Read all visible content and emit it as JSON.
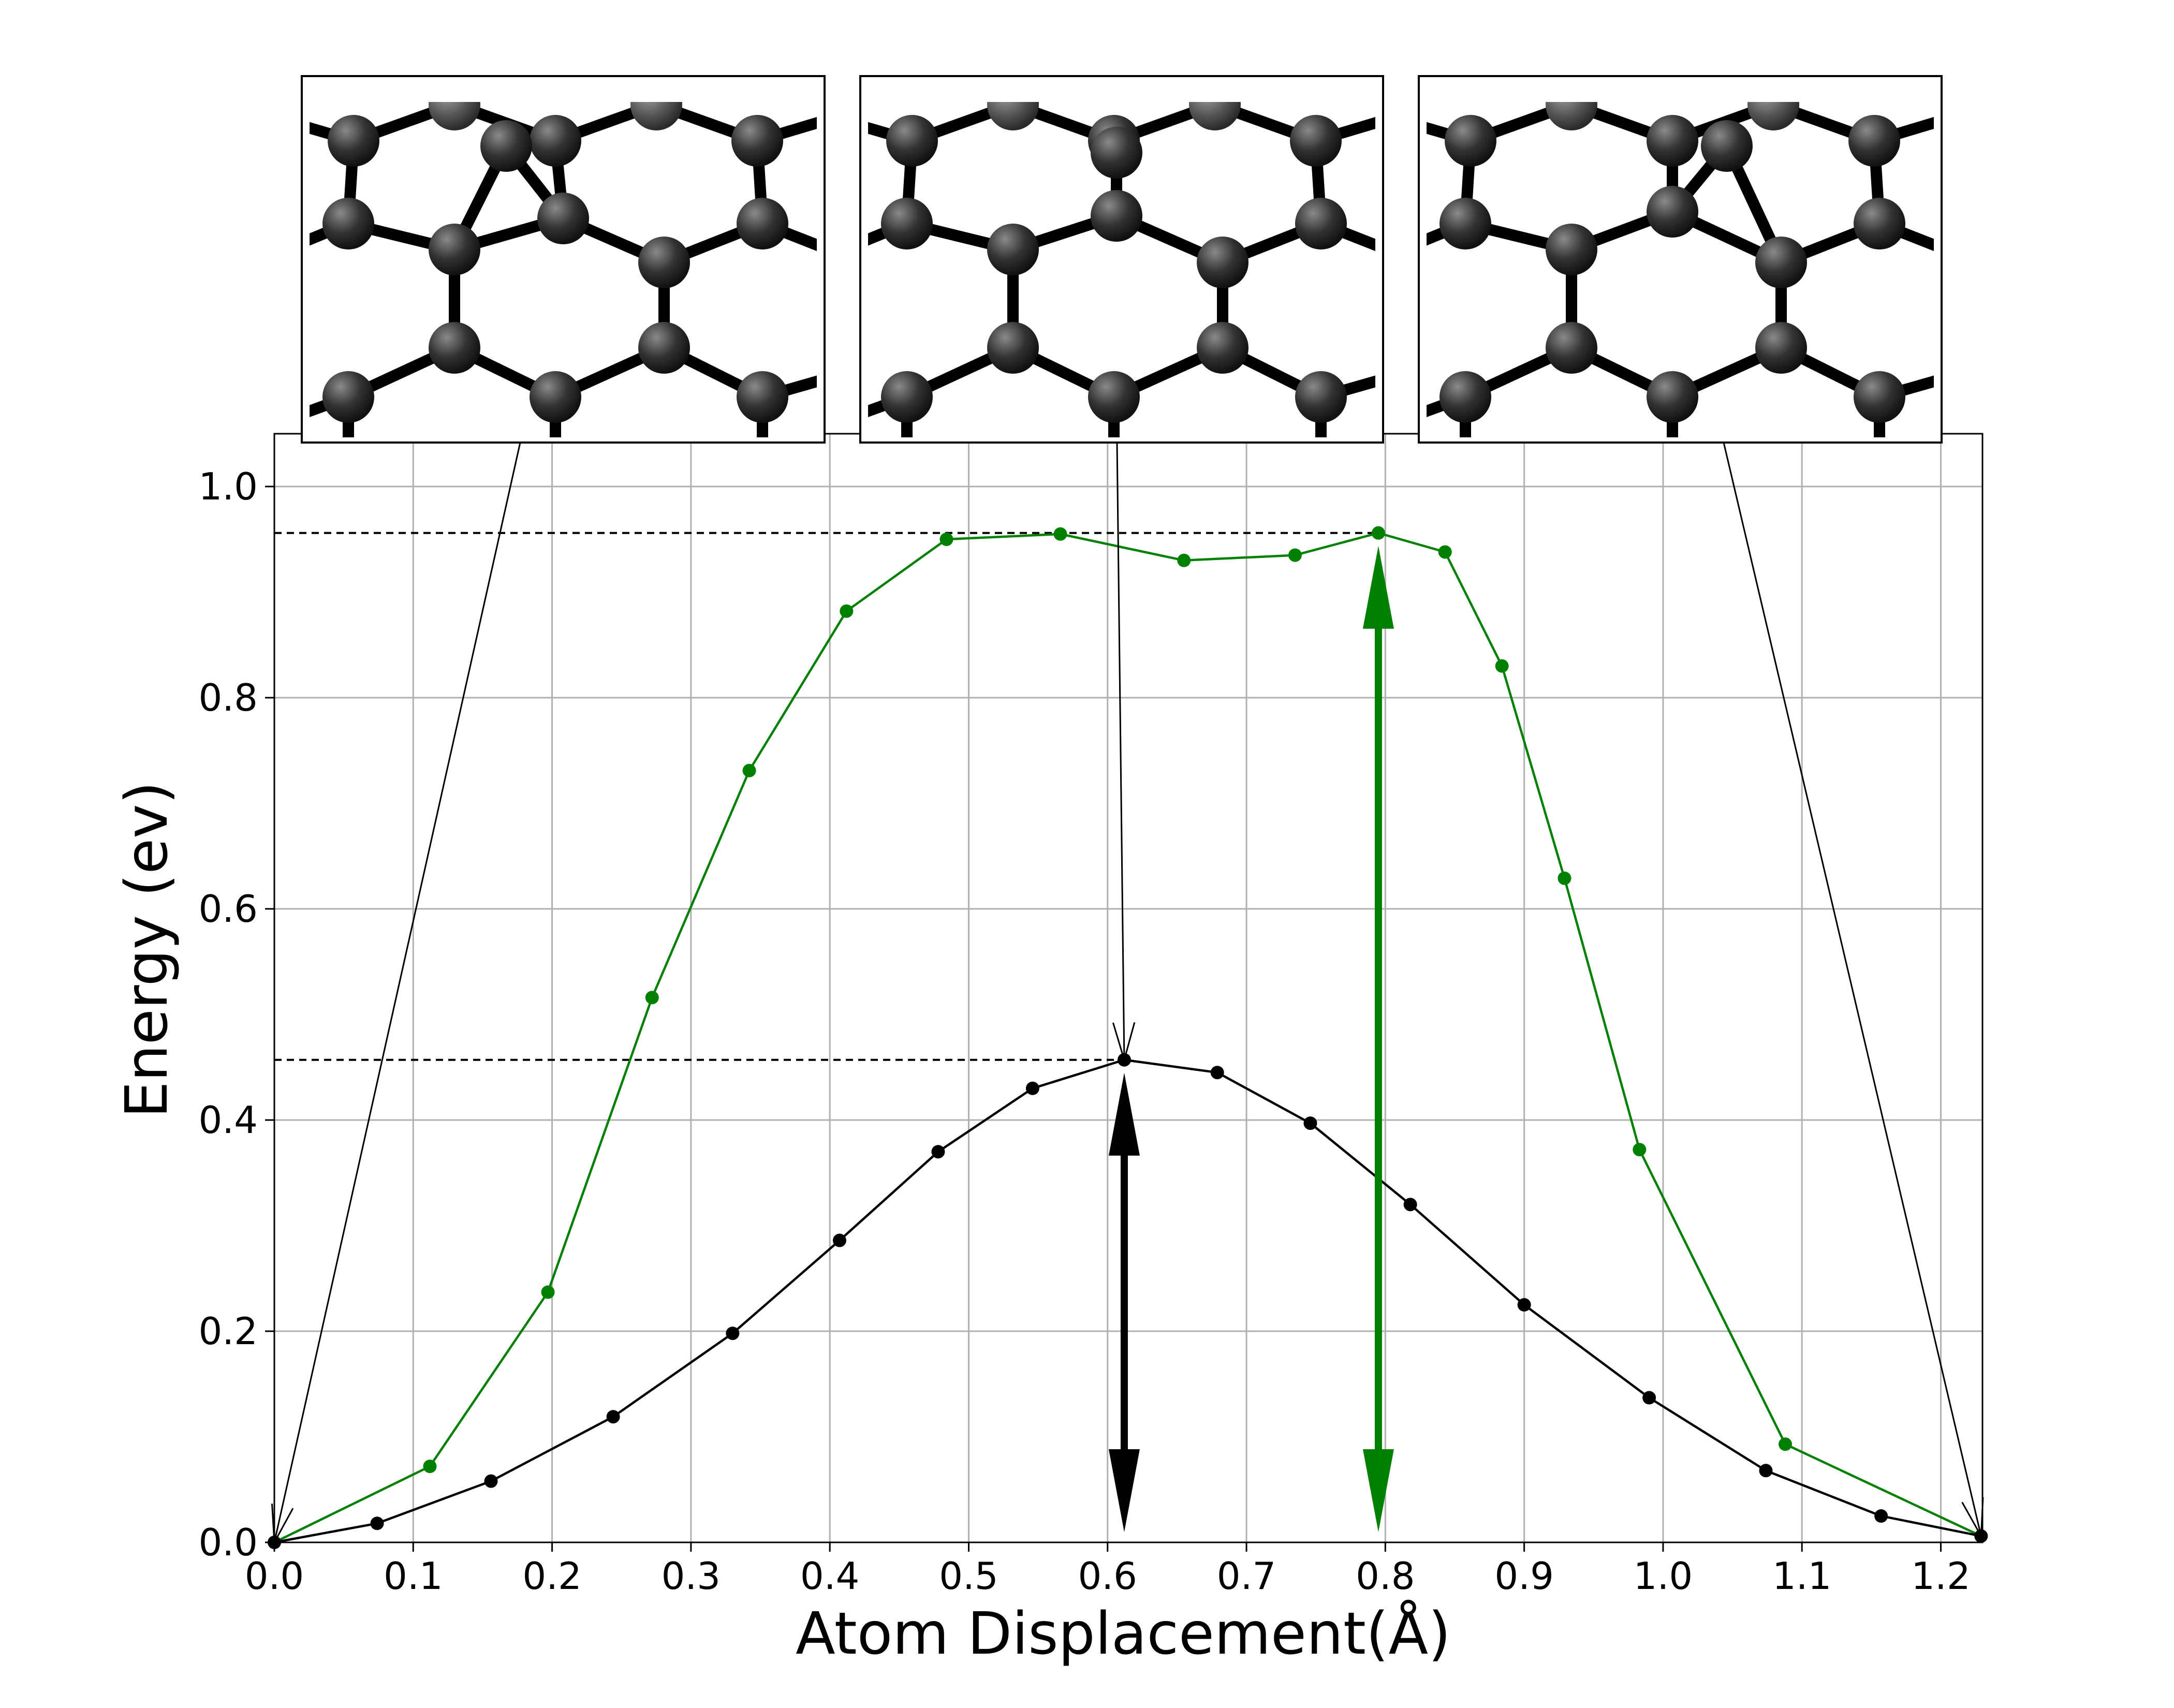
{
  "chart_data": {
    "type": "line",
    "xlabel": "Atom Displacement(Å)",
    "ylabel": "Energy (ev)",
    "xlim": [
      0.0,
      1.23
    ],
    "ylim": [
      0.0,
      1.05
    ],
    "x_ticks": [
      "0.0",
      "0.1",
      "0.2",
      "0.3",
      "0.4",
      "0.5",
      "0.6",
      "0.7",
      "0.8",
      "0.9",
      "1.0",
      "1.1",
      "1.2"
    ],
    "y_ticks": [
      "0.0",
      "0.2",
      "0.4",
      "0.6",
      "0.8",
      "1.0"
    ],
    "grid": true,
    "series": [
      {
        "color": "#008000",
        "x": [
          0.0,
          0.112,
          0.197,
          0.272,
          0.342,
          0.412,
          0.484,
          0.566,
          0.655,
          0.735,
          0.795,
          0.843,
          0.884,
          0.929,
          0.983,
          1.088,
          1.229
        ],
        "y": [
          0.0,
          0.072,
          0.237,
          0.516,
          0.731,
          0.882,
          0.95,
          0.955,
          0.93,
          0.935,
          0.956,
          0.938,
          0.83,
          0.629,
          0.372,
          0.093,
          0.006
        ]
      },
      {
        "color": "#000000",
        "x": [
          0.0,
          0.074,
          0.156,
          0.244,
          0.33,
          0.407,
          0.478,
          0.546,
          0.612,
          0.679,
          0.746,
          0.818,
          0.9,
          0.99,
          1.074,
          1.157,
          1.229
        ],
        "y": [
          0.0,
          0.018,
          0.058,
          0.119,
          0.198,
          0.286,
          0.37,
          0.43,
          0.457,
          0.445,
          0.397,
          0.32,
          0.225,
          0.137,
          0.068,
          0.025,
          0.006
        ]
      }
    ],
    "reference_lines": [
      {
        "type": "horizontal-dashed",
        "y": 0.956,
        "x_end": 0.795
      },
      {
        "type": "horizontal-dashed",
        "y": 0.457,
        "x_end": 0.612
      }
    ],
    "barrier_arrows": [
      {
        "color": "#000000",
        "x": 0.612,
        "y_from": 0.0,
        "y_to": 0.457
      },
      {
        "color": "#008000",
        "x": 0.795,
        "y_from": 0.0,
        "y_to": 0.956
      }
    ],
    "inset_pointers": [
      {
        "inset": "initial-state",
        "x": 0.0,
        "y": 0.0
      },
      {
        "inset": "transition-state",
        "x": 0.612,
        "y": 0.457
      },
      {
        "inset": "final-state",
        "x": 1.229,
        "y": 0.006
      }
    ]
  },
  "insets": [
    {
      "name": "initial-state",
      "atom_color": "#2b2b2b",
      "bond_color": "#000000"
    },
    {
      "name": "transition-state",
      "atom_color": "#2b2b2b",
      "bond_color": "#000000"
    },
    {
      "name": "final-state",
      "atom_color": "#2b2b2b",
      "bond_color": "#000000"
    }
  ]
}
